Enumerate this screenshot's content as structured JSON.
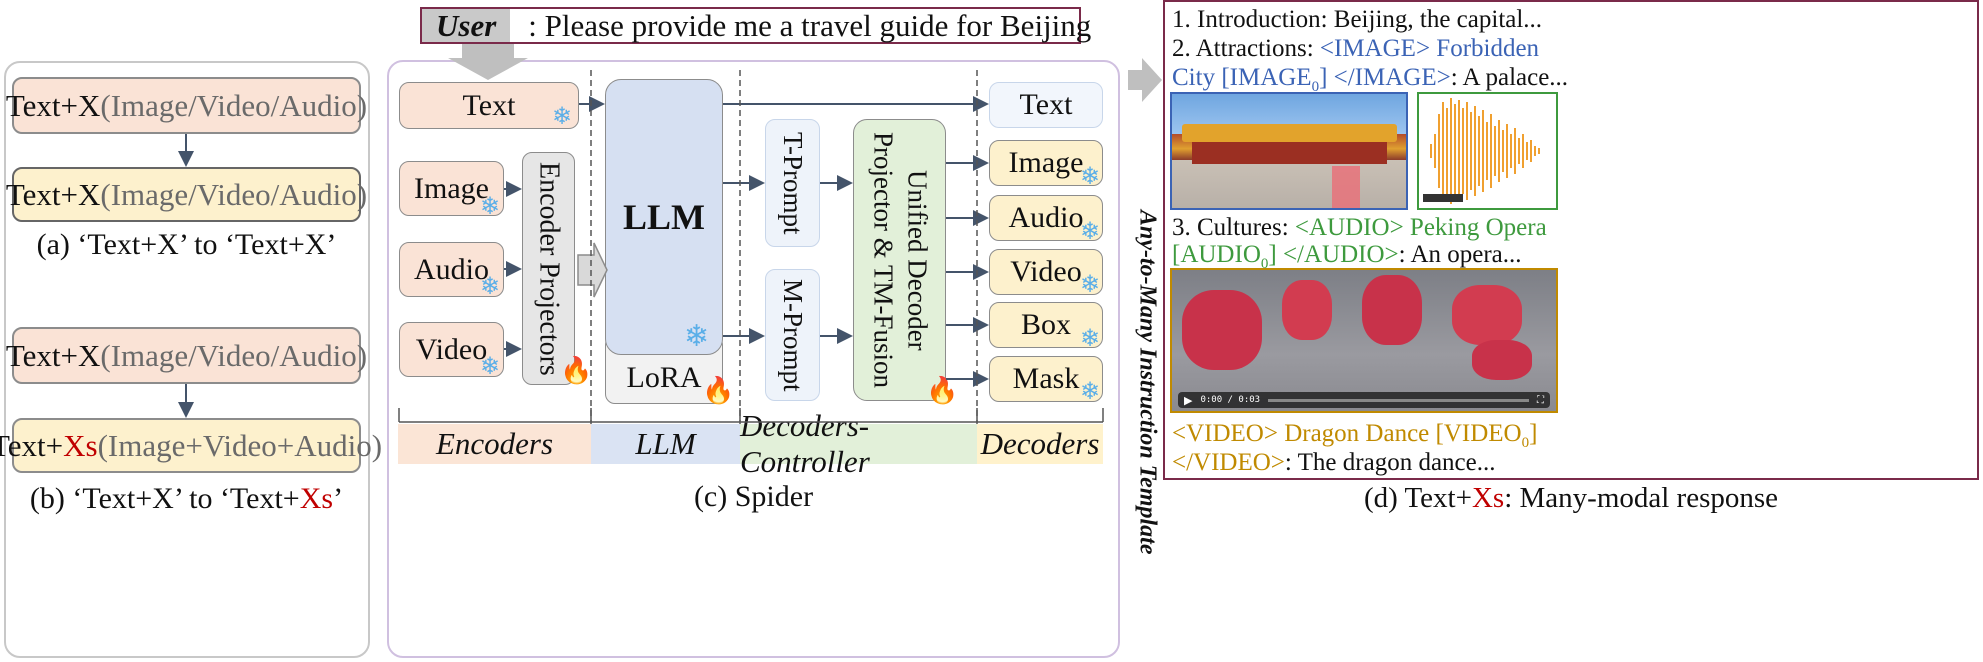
{
  "user_prompt": {
    "label": "User",
    "text": ": Please provide me a travel guide for Beijing"
  },
  "panel_a": {
    "top": {
      "prefix": "Text+X",
      "paren": "(Image/Video/Audio)"
    },
    "bottom": {
      "prefix": "Text+X",
      "paren": "(Image/Video/Audio)"
    },
    "caption": "(a) ‘Text+X’ to ‘Text+X’"
  },
  "panel_b": {
    "top": {
      "prefix": "Text+X",
      "paren": "(Image/Video/Audio)"
    },
    "bottom": {
      "text": "Text+",
      "xs": "Xs",
      "paren": "(Image+Video+Audio)"
    },
    "caption_pre": "(b) ‘Text+X’ to ‘Text+",
    "caption_xs": "Xs",
    "caption_post": "’"
  },
  "spider": {
    "inputs": [
      "Text",
      "Image",
      "Audio",
      "Video"
    ],
    "encoder_projectors": "Encoder Projectors",
    "llm": "LLM",
    "lora": "LoRA",
    "t_prompt": "T-Prompt",
    "m_prompt": "M-Prompt",
    "unified_decoder": "Unified Decoder Projector & TM-Fusion",
    "outputs": [
      "Text",
      "Image",
      "Audio",
      "Video",
      "Box",
      "Mask"
    ],
    "bands": [
      "Encoders",
      "LLM",
      "Decoders-Controller",
      "Decoders"
    ],
    "caption": "(c) Spider",
    "side_label": "Any-to-Many Instruction Template"
  },
  "response": {
    "line1": "1. Introduction: Beijing, the capital...",
    "line2_pre": "2. Attractions: ",
    "line2_tag": "<IMAGE> Forbidden",
    "line3_tag": "City [IMAGE",
    "line3_sub": "0",
    "line3_tag2": "] </IMAGE>",
    "line3_post": ": A palace...",
    "line4_pre": "3. Cultures: ",
    "line4_tag": "<AUDIO> Peking Opera",
    "line5_tag": "[AUDIO",
    "line5_sub": "0",
    "line5_tag2": "] </AUDIO>",
    "line5_post": ":  An opera...",
    "line6_tag": "<VIDEO> Dragon Dance [VIDEO",
    "line6_sub": "0",
    "line6_tag2": "]",
    "line7_tag": "</VIDEO>",
    "line7_post": ": The dragon dance...",
    "video_time": "0:00 / 0:03",
    "caption_pre": "(d) Text+",
    "caption_xs": "Xs",
    "caption_post": ": Many-modal response"
  },
  "colors": {
    "encoders_band": "#fbe5d6",
    "llm_band": "#dae3f3",
    "controller_band": "#e2f0d9",
    "decoders_band": "#fff2cc",
    "xs_red": "#c00000"
  }
}
